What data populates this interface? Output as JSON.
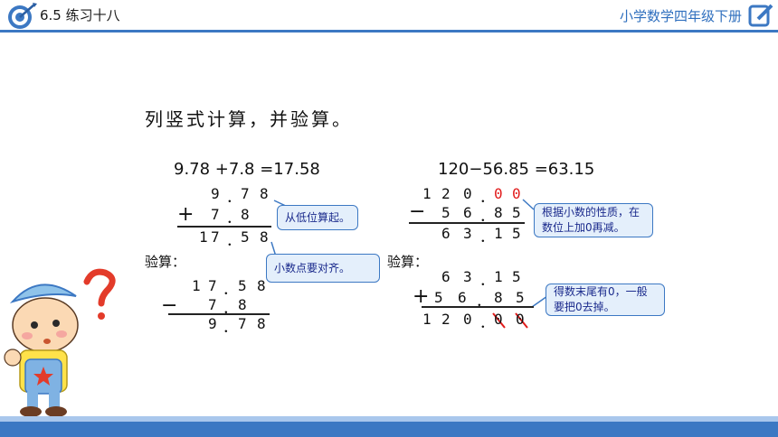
{
  "header": {
    "lesson": "6.5 练习十八",
    "book": "小学数学四年级下册"
  },
  "title": "列竖式计算，并验算。",
  "left": {
    "equation": "9.78 +7.8 =17.58",
    "calc": {
      "row1": [
        "9",
        "．",
        "7",
        "8"
      ],
      "op": "+",
      "row2": [
        "7",
        "．",
        "8"
      ],
      "result": [
        "1",
        "7",
        "．",
        "5",
        "8"
      ]
    },
    "check_label": "验算：",
    "check": {
      "row1": [
        "1",
        "7",
        "．",
        "5",
        "8"
      ],
      "op": "−",
      "row2": [
        "7",
        "．",
        "8"
      ],
      "result": [
        "9",
        "．",
        "7",
        "8"
      ]
    },
    "notes": [
      "从低位算起。",
      "小数点要对齐。"
    ]
  },
  "right": {
    "equation": "120−56.85 =63.15",
    "calc": {
      "row1": [
        "1",
        "2",
        "0",
        "．",
        "0",
        "0"
      ],
      "op": "−",
      "row2": [
        "5",
        "6",
        "．",
        "8",
        "5"
      ],
      "result": [
        "6",
        "3",
        "．",
        "1",
        "5"
      ]
    },
    "check_label": "验算：",
    "check": {
      "row1": [
        "6",
        "3",
        "．",
        "1",
        "5"
      ],
      "op": "+",
      "row2": [
        "5",
        "6",
        "．",
        "8",
        "5"
      ],
      "result": [
        "1",
        "2",
        "0",
        "．",
        "0",
        "0"
      ]
    },
    "notes": [
      "根据小数的性质，在数位上加0再减。",
      "得数末尾有0，一般要把0去掉。"
    ]
  },
  "colors": {
    "accent": "#3c78c3",
    "highlight": "#e11b1b",
    "note_bg": "#e4effb"
  }
}
